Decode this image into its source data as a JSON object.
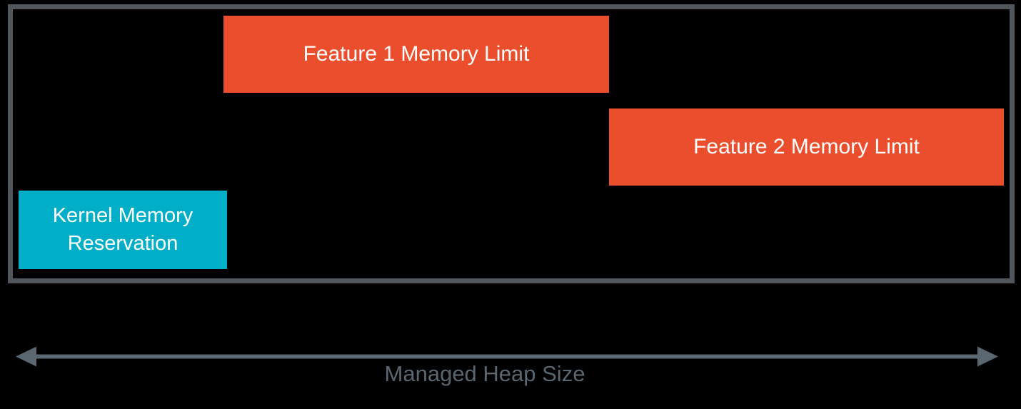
{
  "page": {
    "background_color": "#000000"
  },
  "diagram": {
    "container": {
      "name": "managed-heap-region",
      "border_color": "#51565C",
      "fill_color": "#000000"
    },
    "boxes": {
      "feature1": {
        "label": "Feature 1 Memory Limit",
        "fill_color": "#EB4E2C",
        "text_color": "#FFFFFF"
      },
      "feature2": {
        "label": "Feature 2 Memory Limit",
        "fill_color": "#EB4E2C",
        "text_color": "#FFFFFF"
      },
      "kernel": {
        "label": "Kernel Memory Reservation",
        "fill_color": "#00AEC7",
        "text_color": "#FFFFFF"
      }
    },
    "axis": {
      "label": "Managed Heap Size",
      "color": "#5B6770",
      "style": "double-headed-arrow"
    }
  }
}
